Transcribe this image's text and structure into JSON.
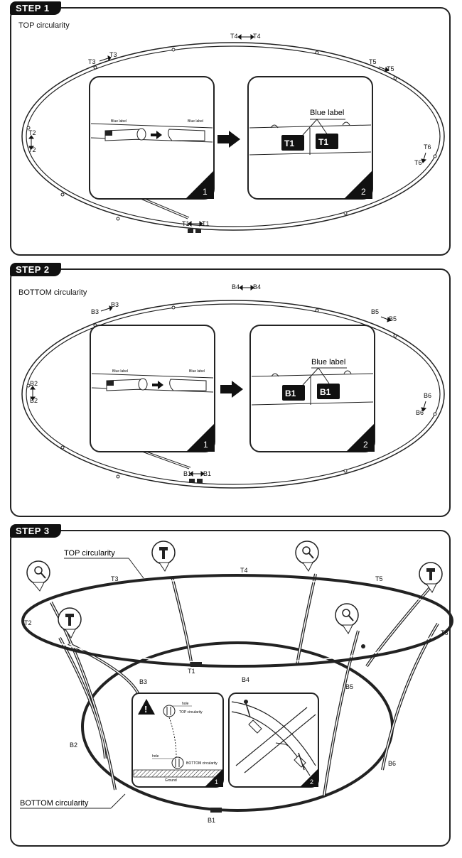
{
  "step1": {
    "tab": "STEP 1",
    "subtitle": "TOP circularity",
    "labels": [
      "T1",
      "T1",
      "T2",
      "T2",
      "T3",
      "T3",
      "T4",
      "T4",
      "T5",
      "T5",
      "T6",
      "T6"
    ],
    "panel1_small_label_a": "Blue label",
    "panel1_small_label_b": "Blue label",
    "panel1_number": "1",
    "panel2_title": "Blue label",
    "panel2_tag": "T1",
    "panel2_number": "2"
  },
  "step2": {
    "tab": "STEP 2",
    "subtitle": "BOTTOM circularity",
    "labels": [
      "B1",
      "B1",
      "B2",
      "B2",
      "B3",
      "B3",
      "B4",
      "B4",
      "B5",
      "B5",
      "B6",
      "B6"
    ],
    "panel1_small_label_a": "Blue label",
    "panel1_small_label_b": "Blue label",
    "panel1_number": "1",
    "panel2_title": "Blue label",
    "panel2_tag": "B1",
    "panel2_number": "2"
  },
  "step3": {
    "tab": "STEP 3",
    "top_label": "TOP circularity",
    "bottom_label": "BOTTOM circularity",
    "labels": {
      "t2": "T2",
      "t3": "T3",
      "t4": "T4",
      "t5": "T5",
      "t6": "T6",
      "t1": "T1",
      "b1": "B1",
      "b2": "B2",
      "b3": "B3",
      "b4": "B4",
      "b5": "B5",
      "b6": "B6"
    },
    "inset1_hole_top": "hole",
    "inset1_top_circ": "TOP circularity",
    "inset1_hole_bottom": "hole",
    "inset1_bottom_circ": "BOTTOM circularity",
    "inset1_ground": "Ground",
    "inset1_number": "1",
    "inset2_number": "2",
    "warning_icon": "warning-triangle-icon"
  }
}
